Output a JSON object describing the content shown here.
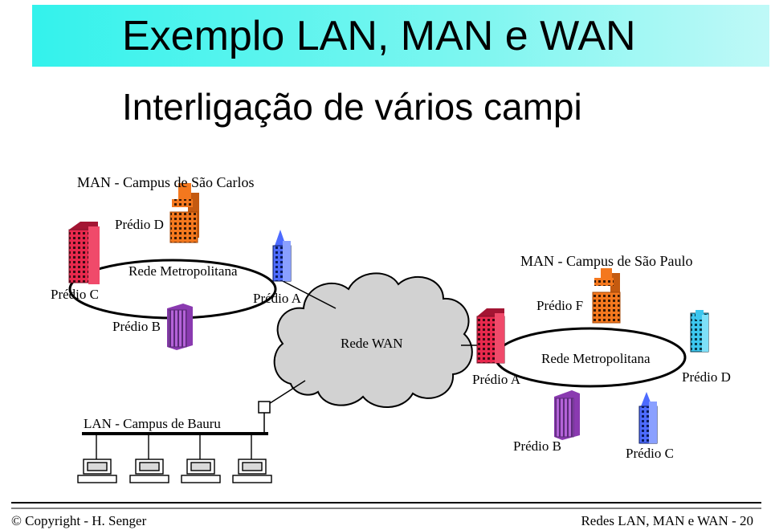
{
  "title": "Exemplo LAN, MAN e WAN",
  "subtitle": "Interligação de vários campi",
  "labels": {
    "man_sao_carlos": "MAN - Campus de São Carlos",
    "sc_predio_d": "Prédio D",
    "sc_predio_c": "Prédio C",
    "sc_predio_b": "Prédio B",
    "sc_predio_a": "Prédio A",
    "sc_rede_metro": "Rede Metropolitana",
    "rede_wan": "Rede WAN",
    "man_sao_paulo": "MAN - Campus de São Paulo",
    "sp_predio_f": "Prédio F",
    "sp_predio_a": "Prédio A",
    "sp_predio_d": "Prédio D",
    "sp_predio_b": "Prédio B",
    "sp_predio_c": "Prédio C",
    "sp_rede_metro": "Rede Metropolitana",
    "lan_bauru": "LAN - Campus de Bauru"
  },
  "footer": {
    "left": "© Copyright  - H. Senger",
    "right": "Redes LAN, MAN e WAN - 20"
  },
  "colors": {
    "title_band": "#33f2ec",
    "building_red": "#e8294d",
    "building_orange": "#f4781e",
    "building_purple": "#b462d8",
    "building_blue": "#4d6bff",
    "building_cyan": "#3cc6ee",
    "cloud": "#d2d2d2"
  }
}
